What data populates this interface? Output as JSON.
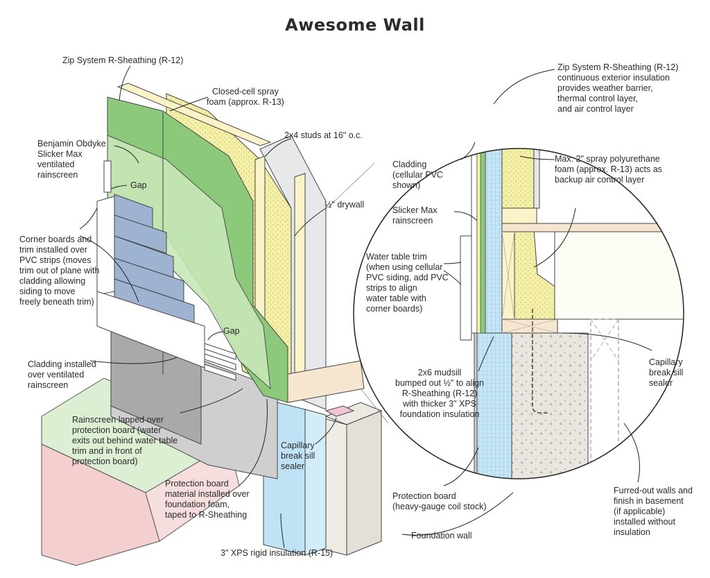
{
  "title": "Awesome Wall",
  "colors": {
    "sheathing": "#8cc97a",
    "spray_foam": "#f5f0a8",
    "siding": "#9db3cf",
    "xps": "#bfe3f4",
    "concrete": "#e9e6df",
    "grass": "#d9ecd0",
    "soil": "#f2cfcf"
  },
  "labels": {
    "zip_left": "Zip System R-Sheathing (R-12)",
    "spray_left": "Closed-cell spray\nfoam (approx. R-13)",
    "studs": "2x4 studs at 16\" o.c.",
    "drywall": "½\" drywall",
    "obdyke": "Benjamin Obdyke\nSlicker Max\nventilated\nrainscreen",
    "gap_top": "Gap",
    "corner_boards": "Corner boards and\ntrim installed over\nPVC strips (moves\ntrim out of plane with\ncladding allowing\nsiding to move\nfreely beneath trim)",
    "gap_bottom": "Gap",
    "cladding_left": "Cladding installed\nover ventilated\nrainscreen",
    "rainscreen_lapped": "Rainscreen lapped over\nprotection board (water\nexits out behind water table\ntrim and in front of\nprotection board)",
    "capillary_left": "Capillary\nbreak sill\nsealer",
    "protection_left": "Protection board\nmaterial installed over\nfoundation foam,\ntaped to R-Sheathing",
    "xps": "3\" XPS rigid insulation (R-15)",
    "zip_right": "Zip System R-Sheathing (R-12)\ncontinuous exterior insulation\nprovides weather barrier,\nthermal control layer,\nand air control layer",
    "cladding_right": "Cladding\n(cellular PVC\nshown)",
    "slicker_right": "Slicker Max\nrainscreen",
    "spray_right": "Max. 2\" spray polyurethane\nfoam (approx. R-13) acts as\nbackup air control layer",
    "water_table": "Water table trim\n(when using cellular\nPVC siding, add PVC\nstrips to align\nwater table with\ncorner boards)",
    "capillary_right": "Capillary\nbreak sill\nsealer",
    "mudsill": "2x6 mudsill\nbumped out ½\" to align\nR-Sheathing (R-12)\nwith thicker 3\" XPS\nfoundation insulation",
    "protection_right": "Protection board\n(heavy-gauge coil stock)",
    "foundation": "Foundation wall",
    "furred": "Furred-out walls and\nfinish in basement\n(if applicable)\ninstalled without\ninsulation"
  }
}
